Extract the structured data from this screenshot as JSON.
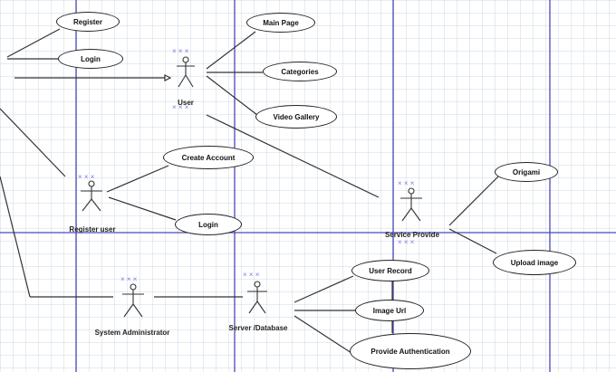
{
  "diagram": {
    "type": "uml-use-case",
    "actors": [
      {
        "id": "user",
        "label": "User"
      },
      {
        "id": "register_user",
        "label": "Register user"
      },
      {
        "id": "service_provider",
        "label": "Service Provide"
      },
      {
        "id": "system_administrator",
        "label": "System Administrator"
      },
      {
        "id": "server_database",
        "label": "Server /Database"
      }
    ],
    "use_cases": [
      {
        "id": "register",
        "label": "Register"
      },
      {
        "id": "login1",
        "label": "Login"
      },
      {
        "id": "main_page",
        "label": "Main Page"
      },
      {
        "id": "categories",
        "label": "Categories"
      },
      {
        "id": "video_gallery",
        "label": "Video Gallery"
      },
      {
        "id": "create_account",
        "label": "Create Account"
      },
      {
        "id": "login2",
        "label": "Login"
      },
      {
        "id": "origami",
        "label": "Origami"
      },
      {
        "id": "upload_image",
        "label": "Upload image"
      },
      {
        "id": "user_record",
        "label": "User Record"
      },
      {
        "id": "image_url",
        "label": "Image Url"
      },
      {
        "id": "provide_authentication",
        "label": "Provide Authentication"
      }
    ],
    "colors": {
      "guide_line": "#4a4ab8",
      "grid": "#c8d6e6",
      "connector": "#333333",
      "handle": "#7b7be0"
    }
  }
}
